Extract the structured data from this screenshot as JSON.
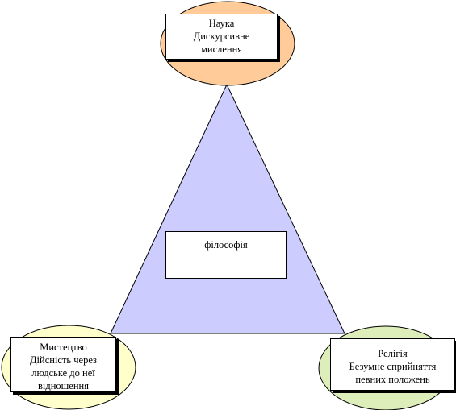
{
  "colors": {
    "triangle_fill": "#ccccff",
    "science_ellipse": "#ffcc99",
    "art_ellipse": "#ffffcc",
    "religion_ellipse": "#ddeebb",
    "stroke": "#000000"
  },
  "nodes": {
    "science": {
      "lines": [
        "Наука",
        "Дискурсивне",
        "мислення"
      ]
    },
    "philosophy": {
      "lines": [
        "філософія"
      ]
    },
    "art": {
      "lines": [
        "Мистецтво",
        "Дійсність через",
        "людське до неї",
        "відношення"
      ]
    },
    "religion": {
      "lines": [
        "Релігія",
        "Безумне сприйняття",
        "певних положень"
      ]
    }
  }
}
